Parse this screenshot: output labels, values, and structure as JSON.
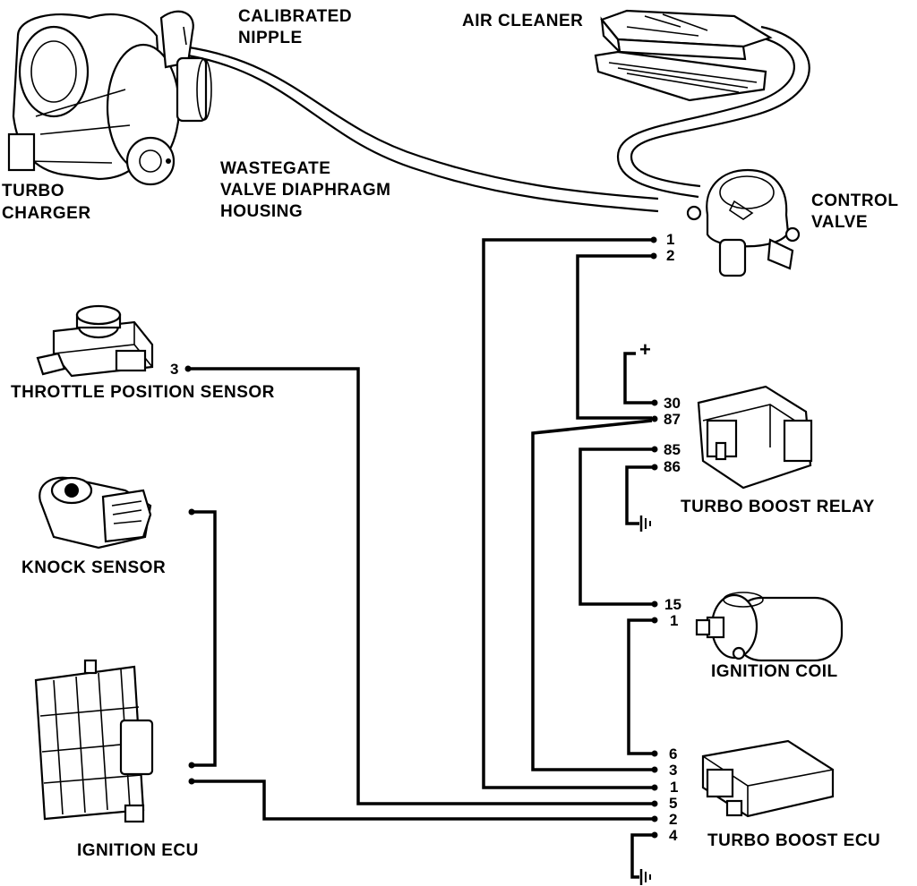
{
  "components": {
    "turbo_charger": "TURBO\nCHARGER",
    "calibrated_nipple": "CALIBRATED\nNIPPLE",
    "wastegate": "WASTEGATE\nVALVE DIAPHRAGM\nHOUSING",
    "air_cleaner": "AIR CLEANER",
    "control_valve": "CONTROL\nVALVE",
    "throttle_position_sensor": "THROTTLE POSITION SENSOR",
    "knock_sensor": "KNOCK SENSOR",
    "ignition_ecu": "IGNITION ECU",
    "turbo_boost_relay": "TURBO BOOST RELAY",
    "ignition_coil": "IGNITION COIL",
    "turbo_boost_ecu": "TURBO BOOST ECU"
  },
  "terminals": {
    "control_valve": [
      "1",
      "2"
    ],
    "throttle_position_sensor": "3",
    "relay": [
      "30",
      "87",
      "85",
      "86"
    ],
    "relay_supply": "+",
    "ignition_coil": [
      "15",
      "1"
    ],
    "turbo_boost_ecu": [
      "6",
      "3",
      "1",
      "5",
      "2",
      "4"
    ]
  }
}
